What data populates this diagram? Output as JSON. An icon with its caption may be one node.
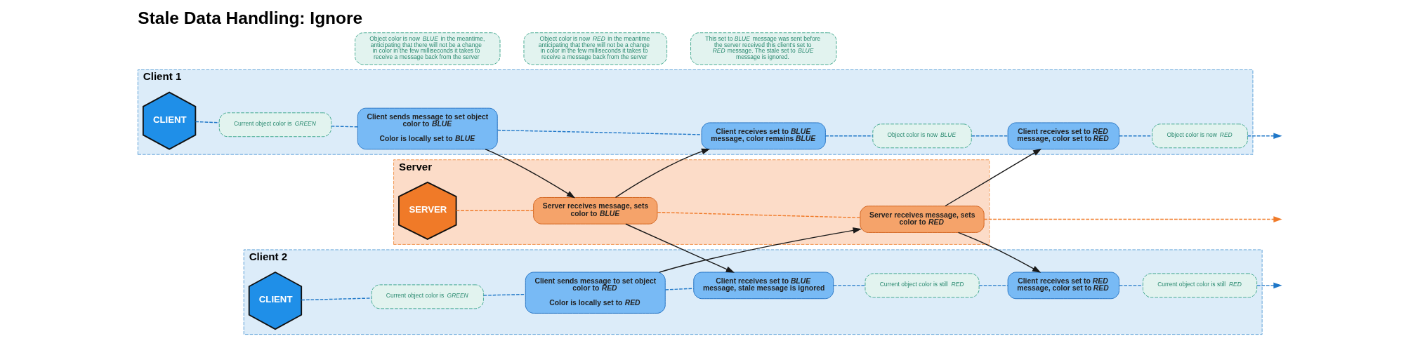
{
  "diagram": {
    "title": "Stale Data Handling: Ignore",
    "nodes": [
      {
        "text": [
          "Client 1"
        ]
      },
      {
        "text": [
          "CLIENT"
        ],
        "in": 0
      },
      {
        "text": [
          "Current object color is *GREEN*"
        ],
        "in": 0
      },
      {
        "text": [
          "Client sends message to set object color to *BLUE*",
          "Color is locally set to *BLUE*"
        ],
        "in": 0
      },
      {
        "text": [
          "Object color is now *BLUE* in the meantime, anticipating that there will not be a change in color in the few milliseconds it takes to receive a message back from the server"
        ]
      },
      {
        "text": [
          "Client receives set to *BLUE* message, color remains *BLUE*"
        ],
        "in": 0
      },
      {
        "text": [
          "Object color is now *BLUE*"
        ],
        "in": 0
      },
      {
        "text": [
          "Client receives set to *RED* message, color set to *RED*"
        ],
        "in": 0
      },
      {
        "text": [
          "Object color is now *RED*"
        ],
        "in": 0
      },
      {
        "text": [
          "Server"
        ]
      },
      {
        "text": [
          "SERVER"
        ],
        "in": 9
      },
      {
        "text": [
          "Server receives message, sets color to *BLUE*"
        ],
        "in": 9
      },
      {
        "text": [
          "Server receives message, sets color to *RED*"
        ],
        "in": 9
      },
      {
        "text": [
          "Client 2"
        ]
      },
      {
        "text": [
          "CLIENT"
        ],
        "in": 13
      },
      {
        "text": [
          "Current object color is *GREEN*"
        ],
        "in": 13
      },
      {
        "text": [
          "Client sends message to set object color to *RED*",
          "Color is locally set to *RED*"
        ],
        "in": 13
      },
      {
        "text": [
          "Object color is now *RED* in the meantime anticipating that there will not be a change in color in the few milliseconds it takes to receive a message back from the server"
        ]
      },
      {
        "text": [
          "Client receives set to *BLUE* message, stale message is ignored"
        ],
        "in": 13
      },
      {
        "text": [
          "This set to *BLUE* message was sent before the server received this client's set to *RED* message. The stale set to *BLUE* message is ignored."
        ]
      },
      {
        "text": [
          "Current object color is still *RED*"
        ],
        "in": 13
      },
      {
        "text": [
          "Client receives set to *RED* message, color set to *RED*"
        ],
        "in": 13
      },
      {
        "text": [
          "Current object color is still *RED*"
        ],
        "in": 13
      }
    ],
    "edges": [
      {
        "from": 1,
        "to": 2,
        "arrow": "none",
        "style": "dashed"
      },
      {
        "from": 2,
        "to": 3,
        "arrow": "none",
        "style": "dashed"
      },
      {
        "from": 3,
        "to": 5,
        "arrow": "none",
        "style": "dashed"
      },
      {
        "from": 5,
        "to": 6,
        "arrow": "none",
        "style": "dashed"
      },
      {
        "from": 6,
        "to": 7,
        "arrow": "none",
        "style": "dashed"
      },
      {
        "from": 7,
        "to": 8,
        "arrow": "none",
        "style": "dashed"
      },
      {
        "from": 8,
        "to": null,
        "arrow": "to",
        "style": "dashed"
      },
      {
        "from": 10,
        "to": 11,
        "arrow": "none",
        "style": "dashed",
        "color": "#f07a28"
      },
      {
        "from": 11,
        "to": 12,
        "arrow": "none",
        "style": "dashed",
        "color": "#f07a28"
      },
      {
        "from": 12,
        "to": null,
        "arrow": "to",
        "style": "dashed",
        "color": "#f07a28"
      },
      {
        "from": 14,
        "to": 15,
        "arrow": "none",
        "style": "dashed"
      },
      {
        "from": 15,
        "to": 16,
        "arrow": "none",
        "style": "dashed"
      },
      {
        "from": 16,
        "to": 18,
        "arrow": "none",
        "style": "dashed"
      },
      {
        "from": 18,
        "to": 20,
        "arrow": "none",
        "style": "dashed"
      },
      {
        "from": 20,
        "to": 21,
        "arrow": "none",
        "style": "dashed"
      },
      {
        "from": 21,
        "to": 22,
        "arrow": "none",
        "style": "dashed"
      },
      {
        "from": 22,
        "to": null,
        "arrow": "to",
        "style": "dashed"
      },
      {
        "from": 3,
        "to": 11,
        "arrow": "to",
        "color": "#1a1a1a"
      },
      {
        "from": 11,
        "to": 5,
        "arrow": "to",
        "color": "#1a1a1a"
      },
      {
        "from": 11,
        "to": 18,
        "arrow": "to",
        "color": "#1a1a1a"
      },
      {
        "from": 16,
        "to": 12,
        "arrow": "to",
        "color": "#1a1a1a"
      },
      {
        "from": 12,
        "to": 7,
        "arrow": "to",
        "color": "#1a1a1a"
      },
      {
        "from": 12,
        "to": 21,
        "arrow": "to",
        "color": "#1a1a1a"
      }
    ]
  }
}
